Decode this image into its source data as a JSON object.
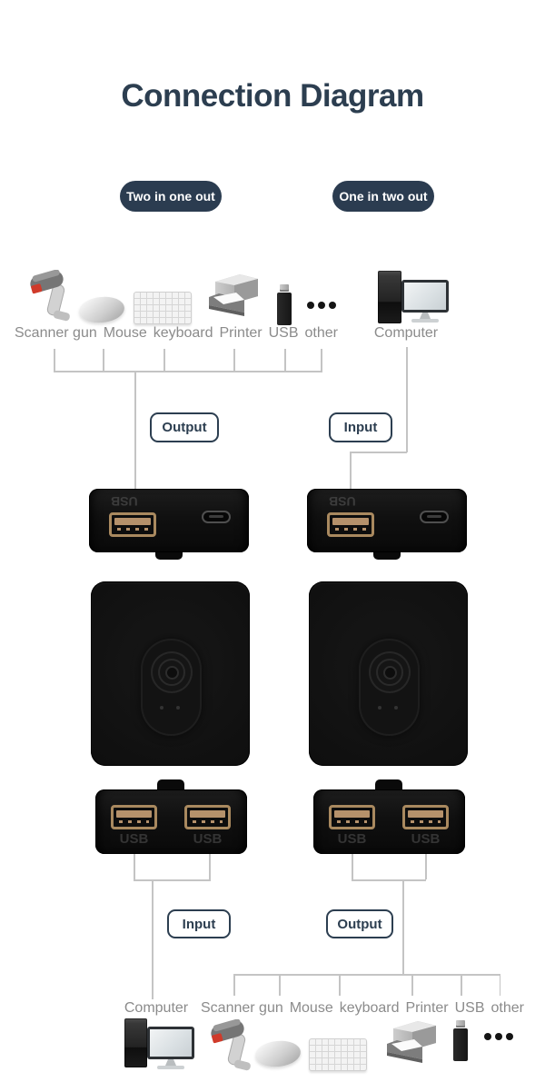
{
  "title": "Connection Diagram",
  "modes": {
    "two_in_one_out": "Two in one out",
    "one_in_two_out": "One in two out"
  },
  "flow": {
    "output": "Output",
    "input": "Input"
  },
  "peripherals": {
    "scanner": "Scanner gun",
    "mouse": "Mouse",
    "keyboard": "keyboard",
    "printer": "Printer",
    "usb": "USB",
    "other": "other"
  },
  "computer": "Computer",
  "device": {
    "port_label": "USB"
  },
  "colors": {
    "navy": "#2b3c50",
    "label_gray": "#8b8b8b",
    "line_gray": "#c4c4c4",
    "device_black": "#0e0e0e",
    "usb_port_tan": "#b08c63",
    "scanner_red": "#d03a2a"
  }
}
